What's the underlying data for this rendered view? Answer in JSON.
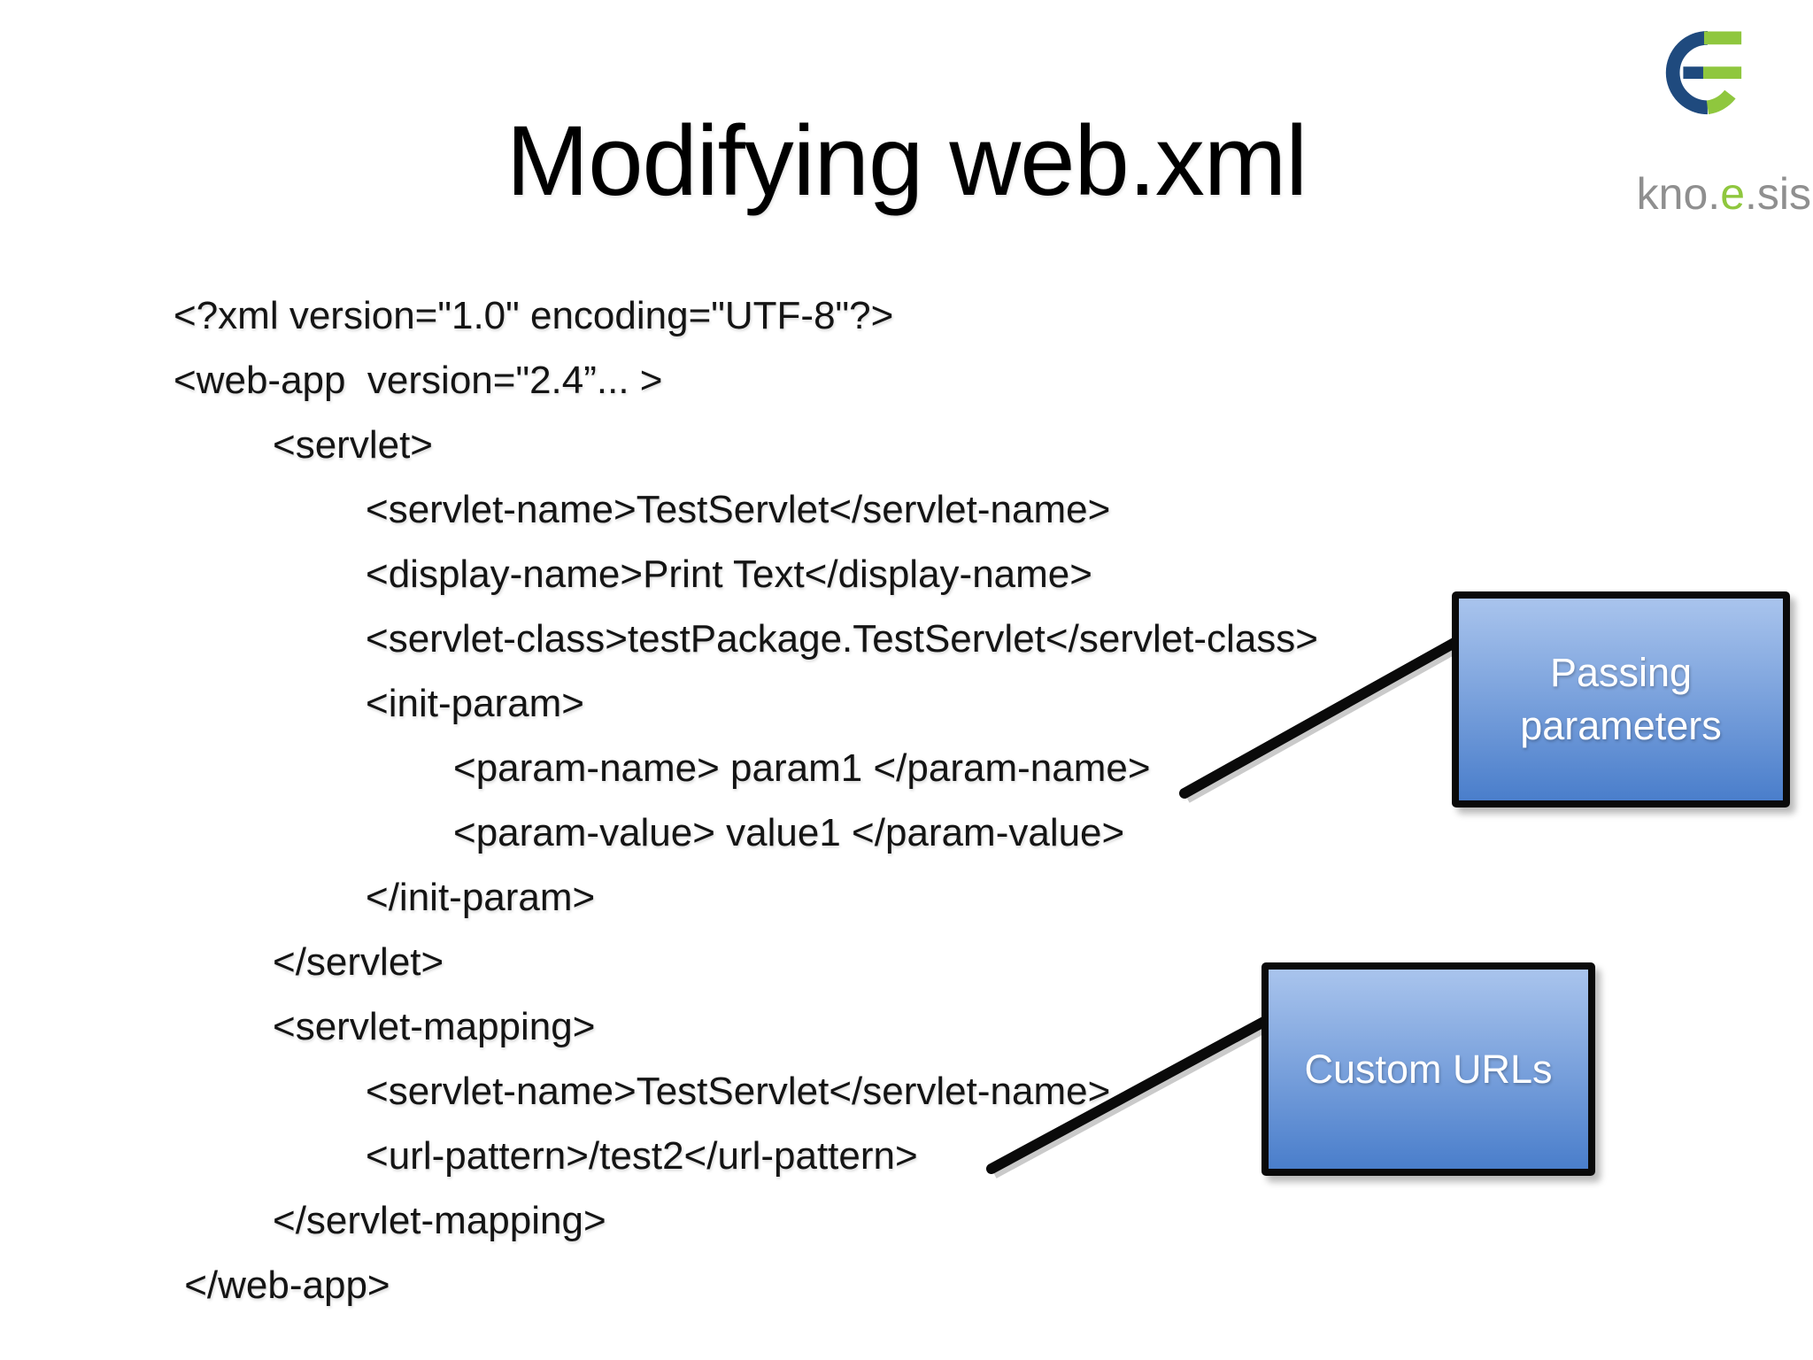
{
  "slide_title": "Modifying web.xml",
  "logo": {
    "wordmark_pre": "kno.",
    "wordmark_accent": "e",
    "wordmark_post": ".sis"
  },
  "code": {
    "lines": [
      {
        "indent": 0,
        "text": "<?xml version=\"1.0\" encoding=\"UTF-8\"?>"
      },
      {
        "indent": 0,
        "text": "<web-app  version=\"2.4”... >"
      },
      {
        "indent": 1,
        "text": "<servlet>"
      },
      {
        "indent": 2,
        "text": "<servlet-name>TestServlet</servlet-name>"
      },
      {
        "indent": 2,
        "text": "<display-name>Print Text</display-name>"
      },
      {
        "indent": 2,
        "text": "<servlet-class>testPackage.TestServlet</servlet-class>"
      },
      {
        "indent": 2,
        "text": "<init-param>"
      },
      {
        "indent": 3,
        "text": "<param-name> param1 </param-name>"
      },
      {
        "indent": 3,
        "text": "<param-value> value1 </param-value>"
      },
      {
        "indent": 2,
        "text": "</init-param>"
      },
      {
        "indent": 1,
        "text": "</servlet>"
      },
      {
        "indent": 1,
        "text": "<servlet-mapping>"
      },
      {
        "indent": 2,
        "text": "<servlet-name>TestServlet</servlet-name>"
      },
      {
        "indent": 2,
        "text": "<url-pattern>/test2</url-pattern>"
      },
      {
        "indent": 1,
        "text": "</servlet-mapping>"
      },
      {
        "indent": 0,
        "text": " </web-app>"
      }
    ]
  },
  "callouts": [
    {
      "label": "Passing parameters"
    },
    {
      "label": "Custom URLs"
    }
  ],
  "theme": {
    "title_text": "#000000",
    "code_text": "#141414",
    "logo_navy": "#1f4a7e",
    "logo_green": "#8fc73e",
    "wordmark_gray": "#8f8f8f",
    "callout_gradient_top": "#a9c4ed",
    "callout_gradient_bottom": "#4a7ecb",
    "callout_border": "#0a0a0a",
    "connector_color": "#0a0a0a"
  }
}
